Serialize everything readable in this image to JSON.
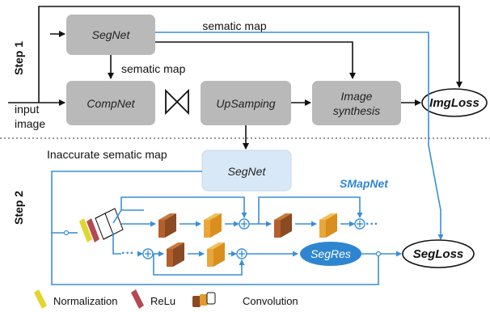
{
  "step1": {
    "label": "Step 1",
    "input_label_line1": "input",
    "input_label_line2": "image",
    "segnet": "SegNet",
    "compnet": "CompNet",
    "upsampling": "UpSamping",
    "image_synthesis_line1": "Image",
    "image_synthesis_line2": "synthesis",
    "imgloss": "ImgLoss",
    "semantic_map_top": "sematic map",
    "semantic_map_mid": "sematic map"
  },
  "step2": {
    "label": "Step 2",
    "inaccurate_label": "Inaccurate sematic map",
    "segnet": "SegNet",
    "smapnet": "SMapNet",
    "segres": "SegRes",
    "segloss": "SegLoss",
    "dots_upper": "···",
    "dots_lower": "···"
  },
  "legend": {
    "normalization": "Normalization",
    "relu": "ReLu",
    "convolution": "Convolution"
  },
  "colors": {
    "gray_box": "#b9b9b9",
    "segnet2_fill": "#d9e8f7",
    "blue_line": "#3a8fd6",
    "segres_fill": "#2f86d0",
    "norm_yellow": "#e2d52e",
    "relu_red": "#b44a52",
    "conv_dark": "#8a4a24",
    "conv_orange": "#e39a2d"
  }
}
